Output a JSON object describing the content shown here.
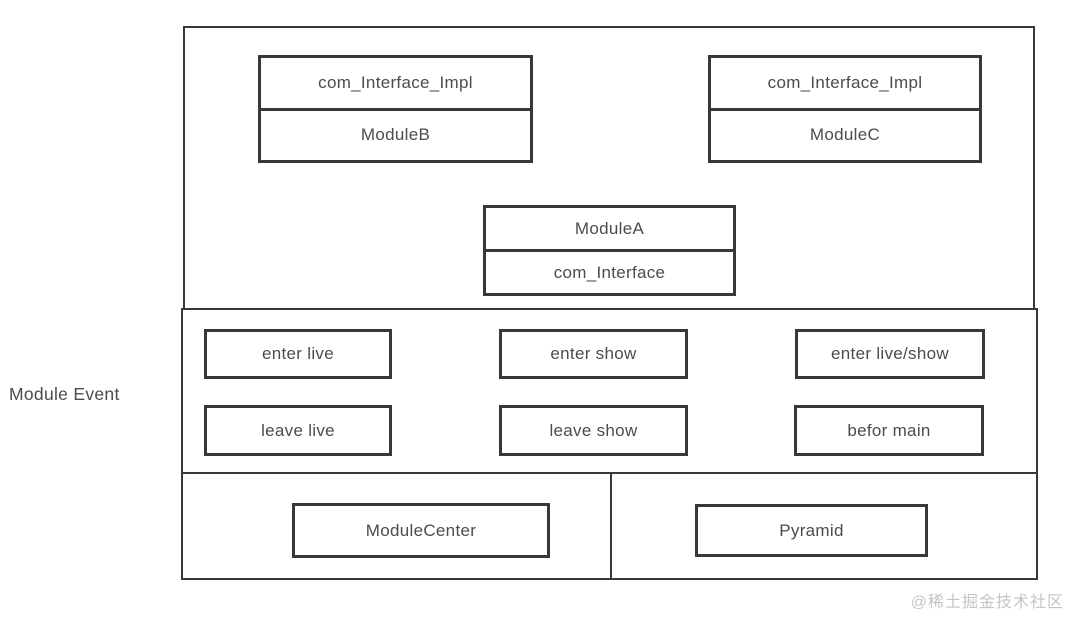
{
  "colors": {
    "line": "#383838",
    "text": "#4c4c4c",
    "background": "#ffffff",
    "watermark": "#c4c4c4"
  },
  "side_label": "Module Event",
  "interface_layer": {
    "module_b": {
      "interface": "com_Interface_Impl",
      "name": "ModuleB"
    },
    "module_c": {
      "interface": "com_Interface_Impl",
      "name": "ModuleC"
    },
    "module_a": {
      "name": "ModuleA",
      "interface": "com_Interface"
    }
  },
  "event_layer": {
    "events": [
      "enter live",
      "enter show",
      "enter live/show",
      "leave live",
      "leave show",
      "befor main"
    ]
  },
  "core_layer": {
    "left": "ModuleCenter",
    "right": "Pyramid"
  },
  "watermark": "@稀土掘金技术社区"
}
